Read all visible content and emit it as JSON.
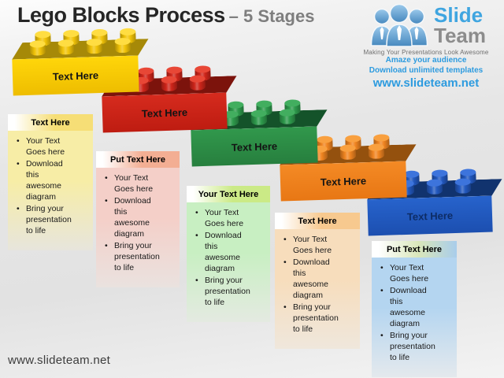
{
  "title": {
    "main": "Lego Blocks Process",
    "suffix": "– 5 Stages"
  },
  "branding": {
    "logo_primary": "Slide",
    "logo_secondary": "Team",
    "tagline": "Making Your Presentations Look Awesome",
    "promo_line1": "Amaze your audience",
    "promo_line2": "Download unlimited templates",
    "website": "www.slideteam.net",
    "brand_blue": "#2D9BDF",
    "brand_gray": "#8C8C8C"
  },
  "footer": {
    "website": "www.slideteam.net"
  },
  "blocks": [
    {
      "label": "Text Here",
      "stud_count": 4,
      "colors": {
        "face_light": "#FFD60A",
        "face_dark": "#EEBD00",
        "top_face": "#A68908",
        "stud": "#F2C408",
        "stud_top": "#FFDD42",
        "label_text": "#141414"
      }
    },
    {
      "label": "Text Here",
      "stud_count": 3,
      "colors": {
        "face_light": "#D62B1E",
        "face_dark": "#BE1C11",
        "top_face": "#7C130C",
        "stud": "#CE251A",
        "stud_top": "#E84736",
        "label_text": "#141414"
      }
    },
    {
      "label": "Text Here",
      "stud_count": 3,
      "colors": {
        "face_light": "#31984C",
        "face_dark": "#277F3E",
        "top_face": "#14532A",
        "stud": "#2E9A4C",
        "stud_top": "#42AE5F",
        "label_text": "#141414"
      }
    },
    {
      "label": "Text Here",
      "stud_count": 3,
      "colors": {
        "face_light": "#F48A25",
        "face_dark": "#E87714",
        "top_face": "#94510E",
        "stud": "#F08420",
        "stud_top": "#F9A03F",
        "label_text": "#141414"
      }
    },
    {
      "label": "Text Here",
      "stud_count": 3,
      "colors": {
        "face_light": "#2763CC",
        "face_dark": "#1C4FB0",
        "top_face": "#11336E",
        "stud": "#2258BE",
        "stud_top": "#3D74DC",
        "label_text": "#0D2C66"
      }
    }
  ],
  "boxes": [
    {
      "header": "Text Here",
      "bullets": [
        "Your Text Goes here",
        "Download this awesome diagram",
        "Bring your presentation to life"
      ],
      "colors": {
        "header_left": "#FFFFFF",
        "header_right": "#F6DE76",
        "body": "#F7EDA6",
        "body_fade": "#E7E5DC"
      }
    },
    {
      "header": "Put Text Here",
      "bullets": [
        "Your Text Goes here",
        "Download this awesome diagram",
        "Bring your presentation to life"
      ],
      "colors": {
        "header_left": "#FFFFFF",
        "header_right": "#F3AE93",
        "body": "#F4CFC8",
        "body_fade": "#EAE2DF"
      }
    },
    {
      "header": "Your Text Here",
      "bullets": [
        "Your Text Goes here",
        "Download this awesome diagram",
        "Bring your presentation to life"
      ],
      "colors": {
        "header_left": "#FFFFFF",
        "header_right": "#CBEA86",
        "body": "#C8EFC2",
        "body_fade": "#E4EAE1"
      }
    },
    {
      "header": "Text Here",
      "bullets": [
        "Your Text Goes here",
        "Download this awesome diagram",
        "Bring your presentation to life"
      ],
      "colors": {
        "header_left": "#FFFFFF",
        "header_right": "#F7C98F",
        "body": "#F7DDBC",
        "body_fade": "#EFE7DC"
      }
    },
    {
      "header": "Put Text Here",
      "bullets": [
        "Your Text Goes here",
        "Download this awesome diagram",
        "Bring your presentation to life"
      ],
      "colors": {
        "header_left": "#FFFFFF",
        "header_mid": "#D9E6BA",
        "header_right": "#A9CDEB",
        "body": "#B4D5F0",
        "body_fade": "#E4E9ED"
      }
    }
  ]
}
